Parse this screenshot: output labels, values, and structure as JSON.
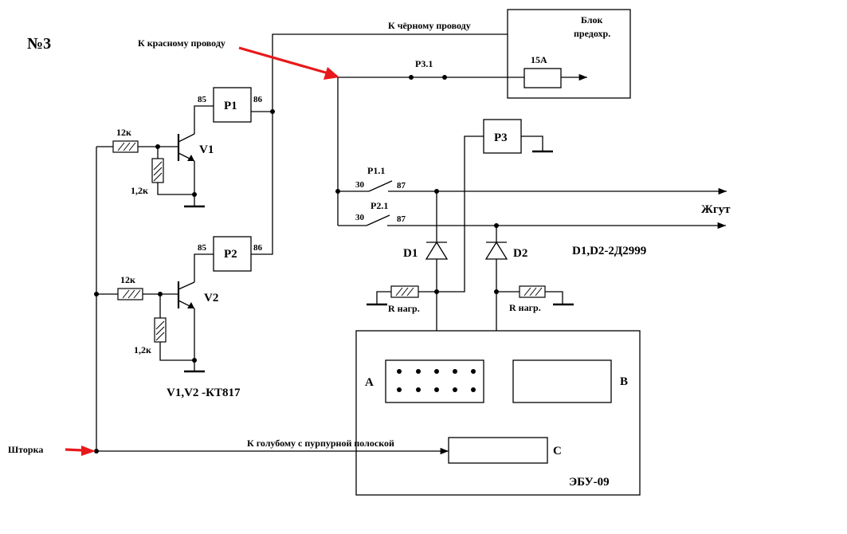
{
  "title": "№3",
  "wire_labels": {
    "to_red": "К красному проводу",
    "to_black": "К чёрному проводу",
    "to_blue": "К голубому с пурпурной полоской"
  },
  "fuse_block": {
    "label_line1": "Блок",
    "label_line2": "предохр.",
    "fuse": "15А"
  },
  "relays": {
    "p1": "P1",
    "p2": "P2",
    "p3": "P3"
  },
  "contacts": {
    "p31": "P3.1",
    "p11": "P1.1",
    "p21": "P2.1"
  },
  "pins": {
    "pin85": "85",
    "pin86": "86",
    "pin30": "30",
    "pin87": "87"
  },
  "transistors": {
    "v1": "V1",
    "v2": "V2",
    "type_note": "V1,V2 -КТ817"
  },
  "resistors": {
    "r12k": "12к",
    "r1k2": "1,2к",
    "rload": "R нагр."
  },
  "diodes": {
    "d1": "D1",
    "d2": "D2",
    "type_note": "D1,D2-2Д2999"
  },
  "harness": "Жгут",
  "shutter": "Шторка",
  "ecu": {
    "name": "ЭБУ-09",
    "connector_a": "A",
    "connector_b": "B",
    "connector_c": "C"
  },
  "colors": {
    "arrow": "#e8191c",
    "line": "#000000"
  }
}
